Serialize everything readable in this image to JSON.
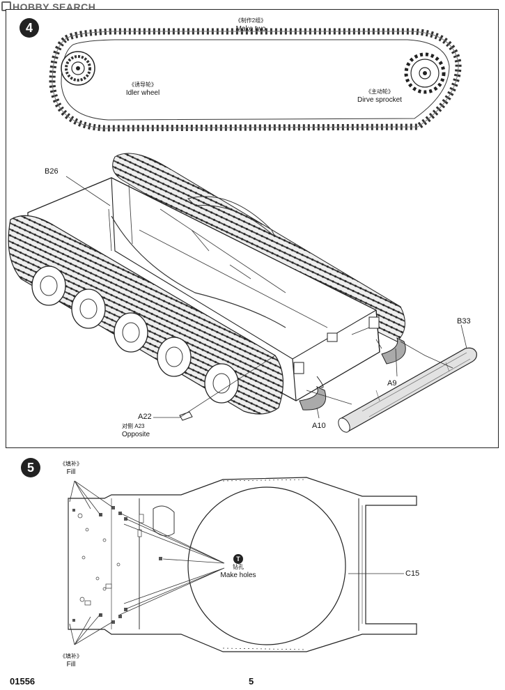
{
  "watermark": "HOBBY SEARCH",
  "step4": {
    "number": "4",
    "make_two_cn": "《制作2组》",
    "make_two": "Make two",
    "idler_cn": "《诱导轮》",
    "idler": "Idler wheel",
    "sprocket_cn": "《主动轮》",
    "sprocket": "Dirve sprocket",
    "parts": {
      "b26": "B26",
      "b33": "B33",
      "a9": "A9",
      "a10": "A10",
      "a22": "A22",
      "a23": "A23",
      "opposite_cn": "对侧",
      "opposite": "Opposite"
    }
  },
  "step5": {
    "number": "5",
    "fill_cn": "《填补》",
    "fill": "Fill",
    "holes_icon": "T",
    "holes_cn": "钻孔",
    "holes": "Make holes",
    "c15": "C15"
  },
  "footer": {
    "code": "01556",
    "page": "5"
  }
}
